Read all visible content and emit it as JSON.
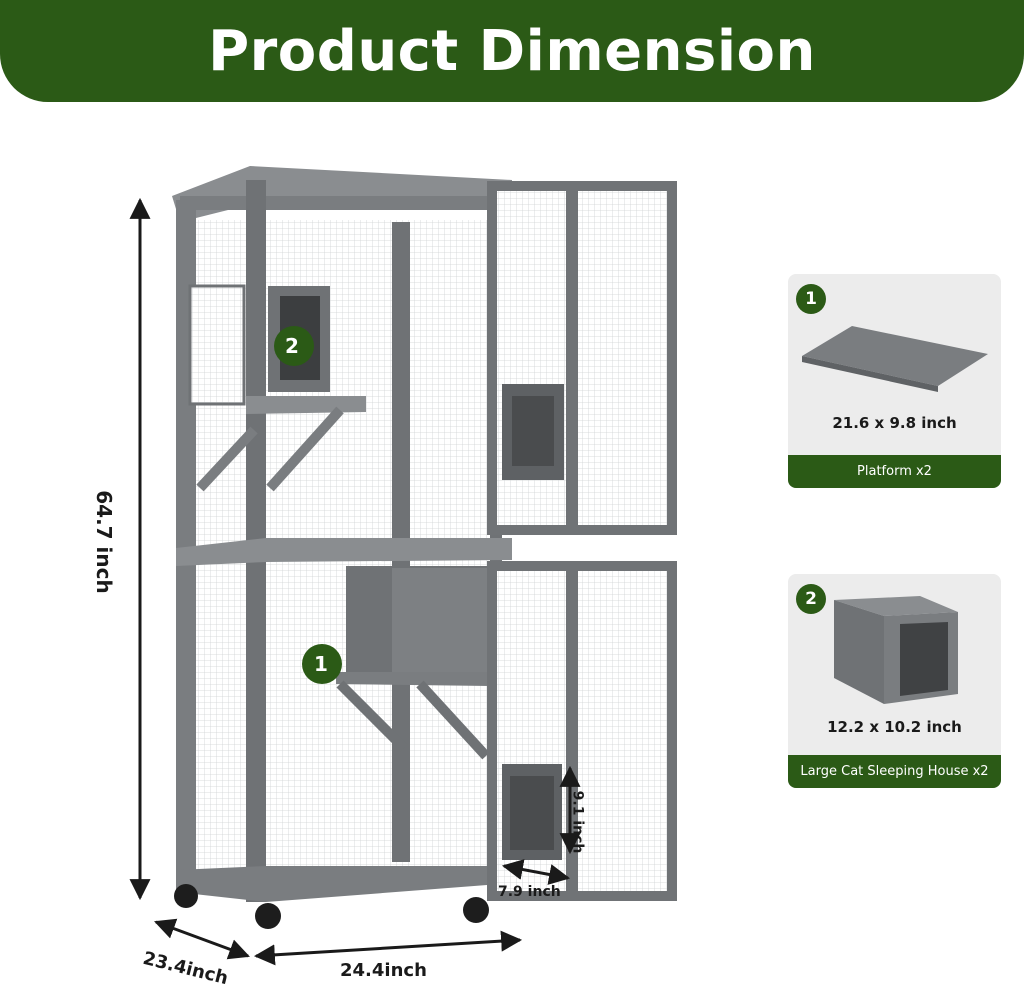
{
  "banner": {
    "title": "Product Dimension"
  },
  "dimensions": {
    "height": "64.7 inch",
    "depth": "23.4inch",
    "width": "24.4inch",
    "door_height": "9.1 inch",
    "door_width": "7.9 inch"
  },
  "callouts": {
    "platform_marker": "1",
    "house_marker": "2"
  },
  "cards": [
    {
      "badge": "1",
      "size": "21.6 x 9.8 inch",
      "caption": "Platform x2"
    },
    {
      "badge": "2",
      "size": "12.2 x 10.2 inch",
      "caption": "Large Cat Sleeping House x2"
    }
  ],
  "colors": {
    "brand_green": "#2b5a16",
    "frame_gray": "#7a7d80",
    "card_bg": "#ececec"
  }
}
